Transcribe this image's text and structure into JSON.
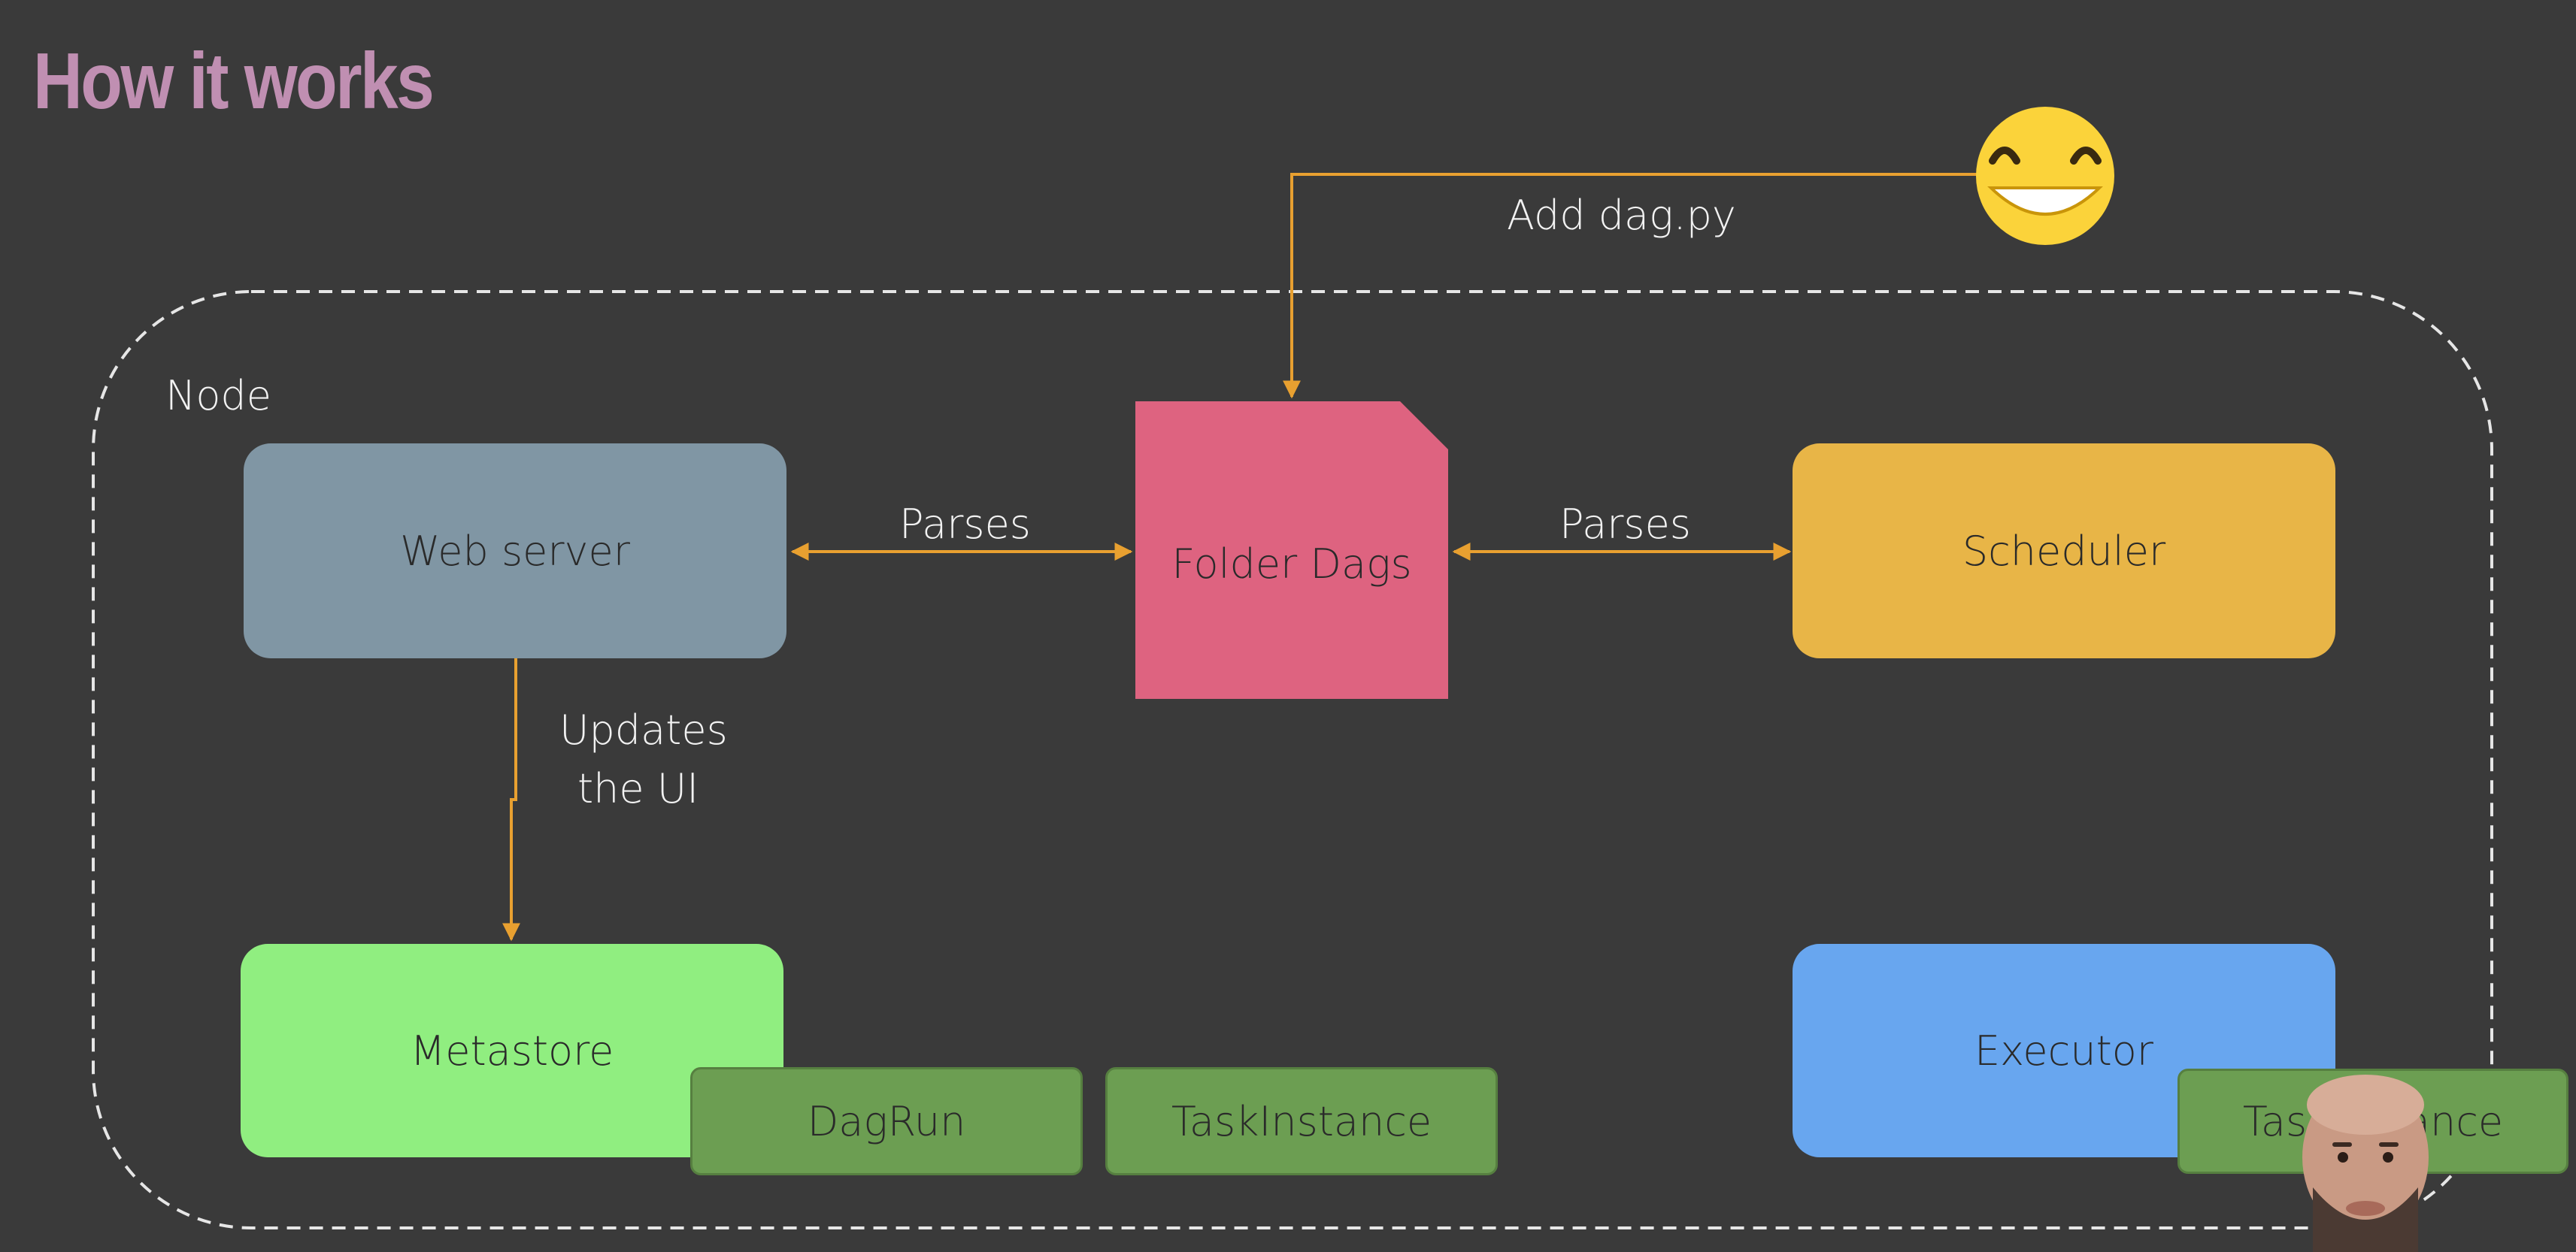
{
  "slide": {
    "title": "How it works",
    "container_label": "Node"
  },
  "nodes": {
    "web_server": "Web server",
    "folder_dags": "Folder Dags",
    "scheduler": "Scheduler",
    "metastore": "Metastore",
    "executor": "Executor",
    "dagrun": "DagRun",
    "taskinstance": "TaskInstance",
    "executor_taskinstance": "TaskInstance"
  },
  "edges": {
    "add_dag": "Add dag.py",
    "parses_left": "Parses",
    "parses_right": "Parses",
    "updates_line1": "Updates",
    "updates_line2": "the UI"
  },
  "colors": {
    "background": "#3a3a3a",
    "title": "#c08fb2",
    "web_server": "#8096a4",
    "folder_dags": "#de6380",
    "scheduler": "#e8b547",
    "metastore": "#90ee80",
    "executor": "#68a6ef",
    "subtask": "#6c9e52",
    "arrow": "#e8a030"
  },
  "icons": {
    "user": "grinning-face-emoji",
    "presenter": "presenter-webcam"
  }
}
